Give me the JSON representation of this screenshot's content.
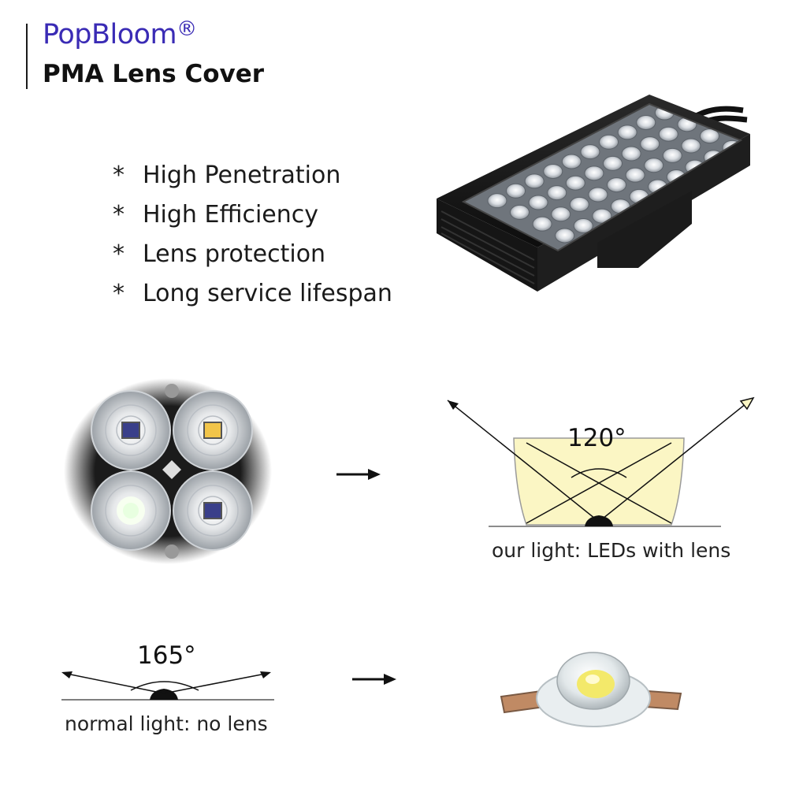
{
  "brand": {
    "name": "PopBloom",
    "mark": "®"
  },
  "product": {
    "title": "PMA Lens Cover"
  },
  "features": [
    {
      "bullet": "*",
      "text": "High Penetration"
    },
    {
      "bullet": "*",
      "text": "High Efficiency"
    },
    {
      "bullet": "*",
      "text": "Lens protection"
    },
    {
      "bullet": "*",
      "text": "Long service lifespan"
    }
  ],
  "comparison": {
    "with_lens": {
      "angle": "120°",
      "caption": "our light:  LEDs with lens"
    },
    "no_lens": {
      "angle": "165°",
      "caption": "normal light:  no lens"
    }
  },
  "colors": {
    "brand": "#3a2bb5",
    "beam": "#fbf6c4",
    "body": "#111111"
  },
  "icons": [
    "arrow-right-icon",
    "led-light-bar-image",
    "led-lens-closeup-image",
    "bare-led-chip-image"
  ]
}
